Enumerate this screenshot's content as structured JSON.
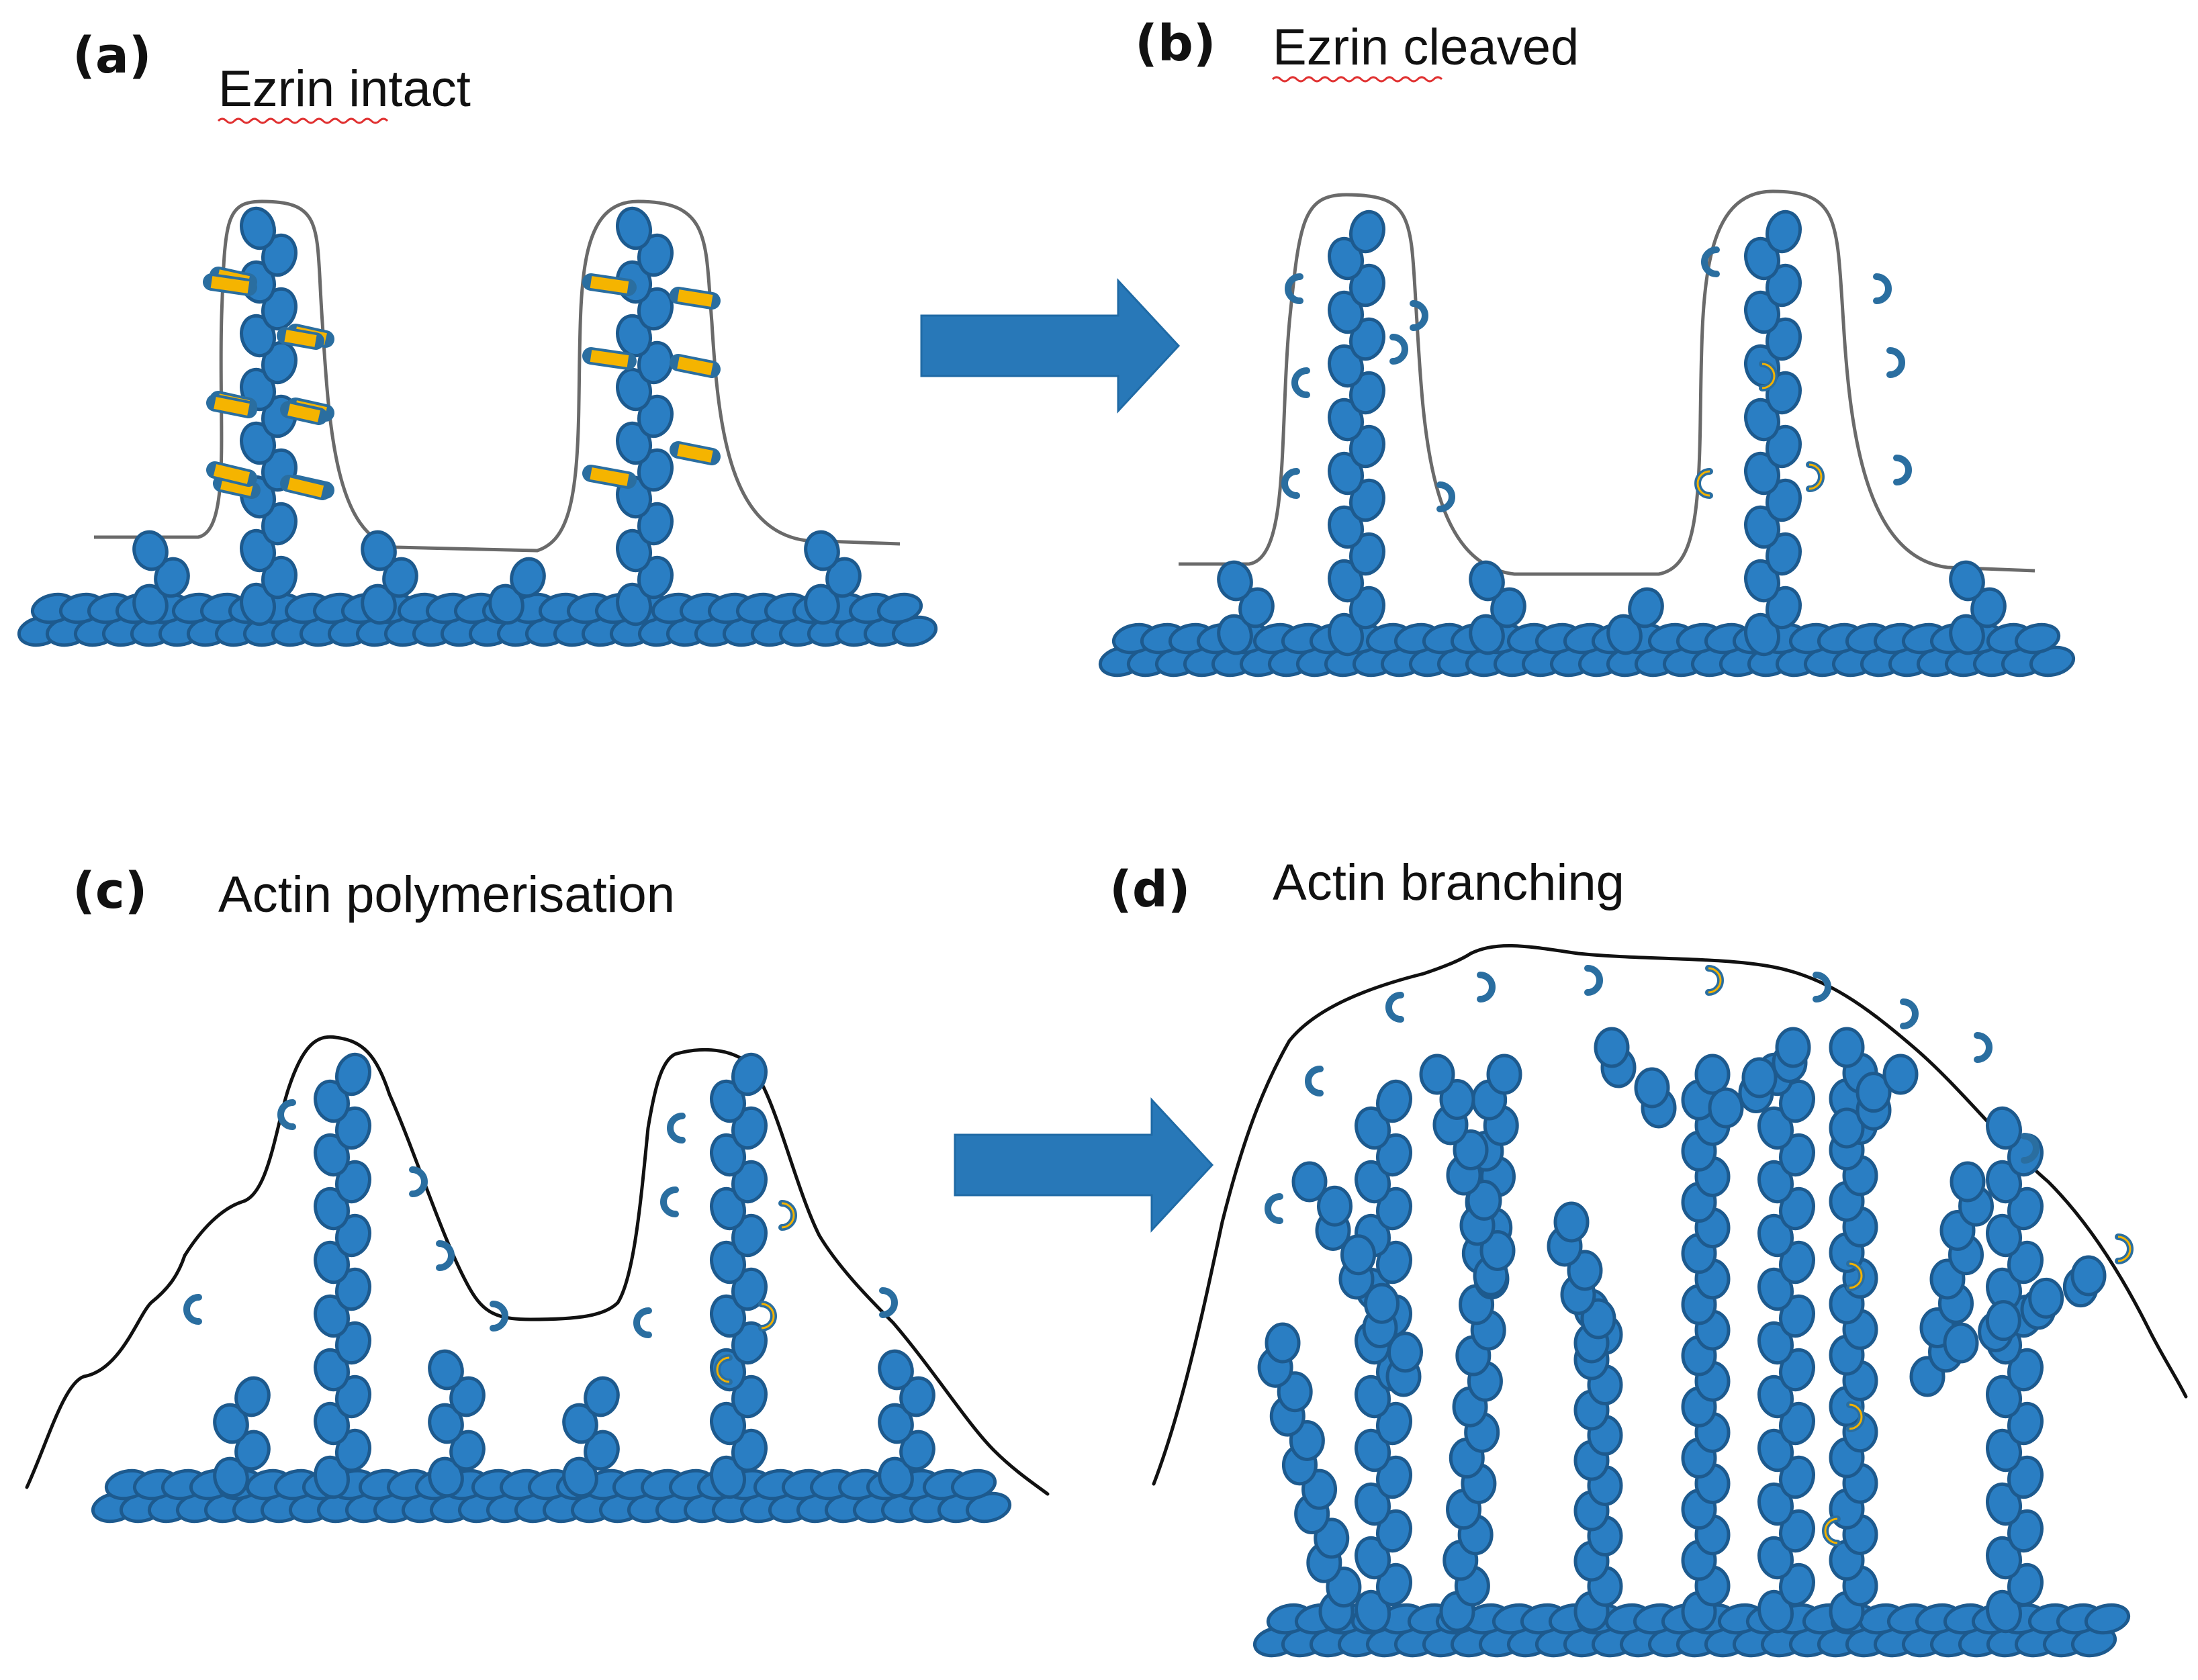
{
  "panels": [
    {
      "id": "a",
      "letter": "(a)",
      "title": "Ezrin intact"
    },
    {
      "id": "b",
      "letter": "(b)",
      "title": "Ezrin cleaved"
    },
    {
      "id": "c",
      "letter": "(c)",
      "title": "Actin polymerisation"
    },
    {
      "id": "d",
      "letter": "(d)",
      "title": "Actin branching"
    }
  ],
  "colors": {
    "actin_monomer": "#2a7ec3",
    "ezrin_linker": "#f5b400",
    "arrow": "#2878b8",
    "membrane": "#111111"
  },
  "icons": [
    "right-arrow-icon"
  ]
}
